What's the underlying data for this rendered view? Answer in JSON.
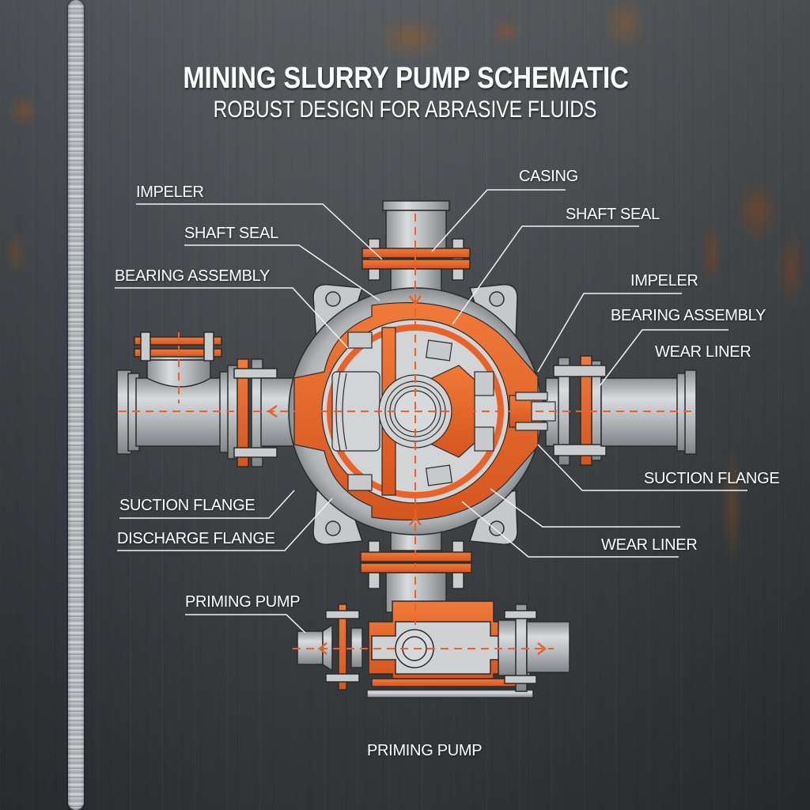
{
  "header": {
    "title": "MINING SLURRY PUMP SCHEMATIC",
    "subtitle": "ROBUST DESIGN FOR ABRASIVE FLUIDS"
  },
  "colors": {
    "accent_orange": "#e8622a",
    "steel_light": "#d4d6d8",
    "steel_mid": "#a9adb0",
    "outline": "#2a2a2a",
    "background_steel": "#7f8386",
    "label_text": "#ffffff"
  },
  "labels": {
    "left": [
      {
        "id": "impeller-left",
        "text": "IMPELER"
      },
      {
        "id": "shaft-seal-left",
        "text": "SHAFT SEAL"
      },
      {
        "id": "bearing-assembly-left",
        "text": "BEARING ASSEMBLY"
      },
      {
        "id": "suction-flange-left",
        "text": "SUCTION FLANGE"
      },
      {
        "id": "discharge-flange-left",
        "text": "DISCHARGE FLANGE"
      },
      {
        "id": "priming-pump-left",
        "text": "PRIMING PUMP"
      }
    ],
    "right": [
      {
        "id": "casing-right",
        "text": "CASING"
      },
      {
        "id": "shaft-seal-right",
        "text": "SHAFT SEAL"
      },
      {
        "id": "impeller-right",
        "text": "IMPELER"
      },
      {
        "id": "bearing-assembly-right",
        "text": "BEARING ASSEMBLY"
      },
      {
        "id": "wear-liner-right-top",
        "text": "WEAR LINER"
      },
      {
        "id": "suction-flange-right",
        "text": "SUCTION FLANGE"
      },
      {
        "id": "wear-liner-right-bottom",
        "text": "WEAR LINER"
      }
    ],
    "bottom": {
      "id": "priming-pump-bottom",
      "text": "PRIMING PUMP"
    }
  },
  "flow_arrows": {
    "top_inlet": "down",
    "bottom_inlet": "up",
    "left_outlet": "left",
    "priming_left": "left",
    "priming_right": "right"
  }
}
